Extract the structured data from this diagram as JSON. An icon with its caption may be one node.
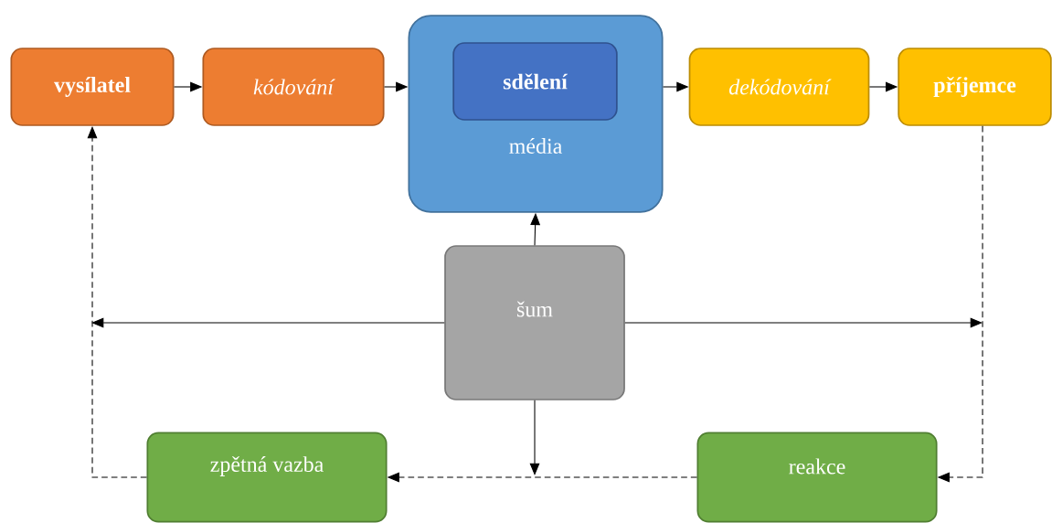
{
  "diagram": {
    "nodes": [
      {
        "text": [
          "vysílatel"
        ]
      },
      {
        "text": [
          "kódování"
        ]
      },
      {
        "text": [
          "média"
        ]
      },
      {
        "text": [
          "sdělení"
        ],
        "in": 2
      },
      {
        "text": [
          "dekódování"
        ]
      },
      {
        "text": [
          "příjemce"
        ]
      },
      {
        "text": [
          "šum"
        ]
      },
      {
        "text": [
          "zpětná vazba"
        ]
      },
      {
        "text": [
          "reakce"
        ]
      }
    ],
    "edges": [
      {
        "from": 0,
        "to": 1,
        "arrow": "to"
      },
      {
        "from": 1,
        "to": 2,
        "arrow": "to"
      },
      {
        "from": 2,
        "to": 4,
        "arrow": "to"
      },
      {
        "from": 4,
        "to": 5,
        "arrow": "to"
      },
      {
        "from": 6,
        "to": 2,
        "arrow": "to"
      },
      {
        "from": 6,
        "to": null,
        "arrow": "to"
      },
      {
        "from": 6,
        "to": null,
        "arrow": "to"
      },
      {
        "from": 6,
        "to": null,
        "arrow": "to"
      },
      {
        "from": 5,
        "to": 8,
        "arrow": "to",
        "style": "dashed"
      },
      {
        "from": 8,
        "to": 7,
        "arrow": "to",
        "style": "dashed"
      },
      {
        "from": 7,
        "to": 0,
        "arrow": "to",
        "style": "dashed"
      }
    ]
  }
}
